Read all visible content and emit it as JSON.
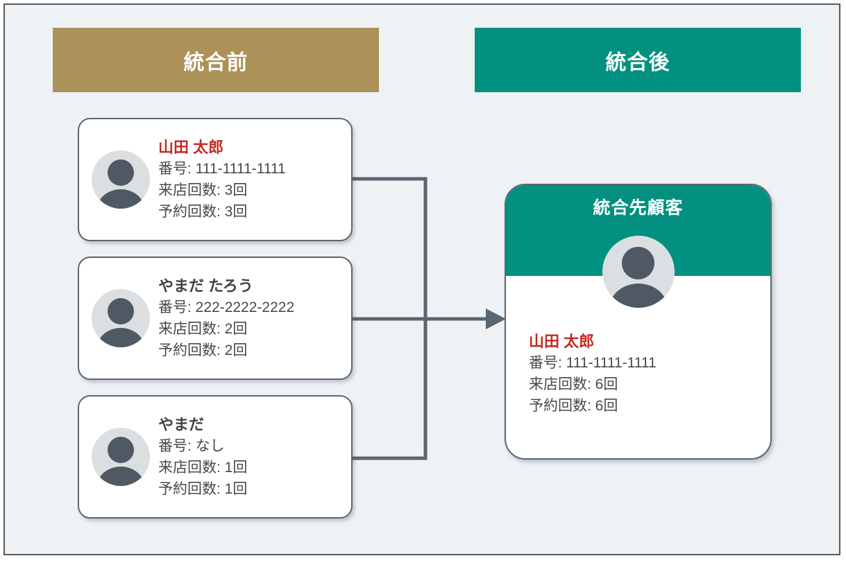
{
  "diagram": {
    "title_before": "統合前",
    "title_after": "統合後",
    "colors": {
      "before_bar": "#ac9258",
      "after_bar": "#029180",
      "background": "#eef2f5",
      "frame_border": "#55595c",
      "card_border": "#5a6670",
      "name_highlight": "#c32a20",
      "text": "#45494d",
      "connector": "#5a6670",
      "avatar_bg": "#dcdfe1",
      "avatar_fg": "#4e5963"
    }
  },
  "before": {
    "cards": [
      {
        "name": "山田 太郎",
        "name_color": "red",
        "number": "番号: 111-1111-1111",
        "visits": "来店回数: 3回",
        "reservations": "予約回数: 3回",
        "avatar": "person-avatar-icon"
      },
      {
        "name": "やまだ たろう",
        "name_color": "dark",
        "number": "番号: 222-2222-2222",
        "visits": "来店回数: 2回",
        "reservations": "予約回数: 2回",
        "avatar": "person-avatar-icon"
      },
      {
        "name": "やまだ",
        "name_color": "dark",
        "number": "番号: なし",
        "visits": "来店回数: 1回",
        "reservations": "予約回数: 1回",
        "avatar": "person-avatar-icon"
      }
    ]
  },
  "after": {
    "card": {
      "header": "統合先顧客",
      "name": "山田 太郎",
      "name_color": "red",
      "number": "番号: 111-1111-1111",
      "visits": "来店回数: 6回",
      "reservations": "予約回数: 6回",
      "avatar": "person-avatar-icon"
    }
  },
  "flow": {
    "arrow": "merge-arrow-right"
  }
}
